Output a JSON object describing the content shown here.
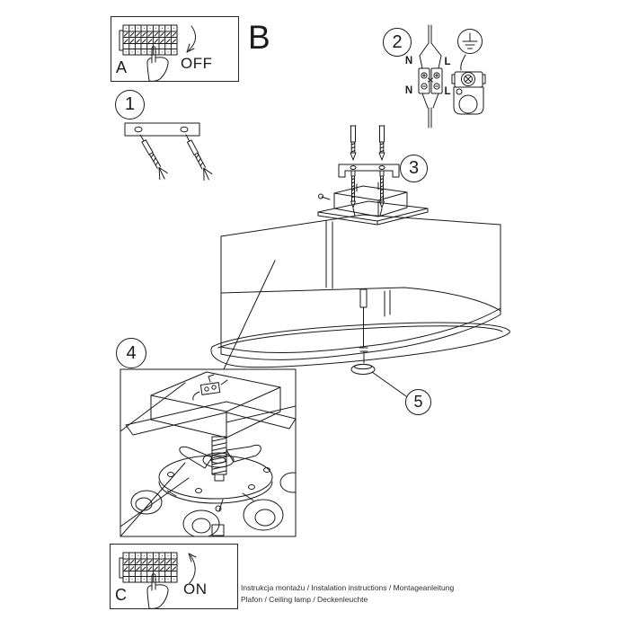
{
  "sheet": {
    "panel_a": {
      "letter": "A",
      "action": "OFF"
    },
    "panel_c": {
      "letter": "C",
      "action": "ON"
    },
    "section_label": "B",
    "steps": {
      "one": "1",
      "two": "2",
      "three": "3",
      "four": "4",
      "five": "5"
    },
    "wiring": {
      "neutral_top": "N",
      "live_top": "L",
      "neutral_bottom": "N",
      "live_bottom": "L"
    },
    "footer": {
      "line1": "Instrukcja montażu / Instalation instructions / Montageanleitung",
      "line2": "Plafon / Ceiling lamp / Deckenleuchte"
    }
  }
}
